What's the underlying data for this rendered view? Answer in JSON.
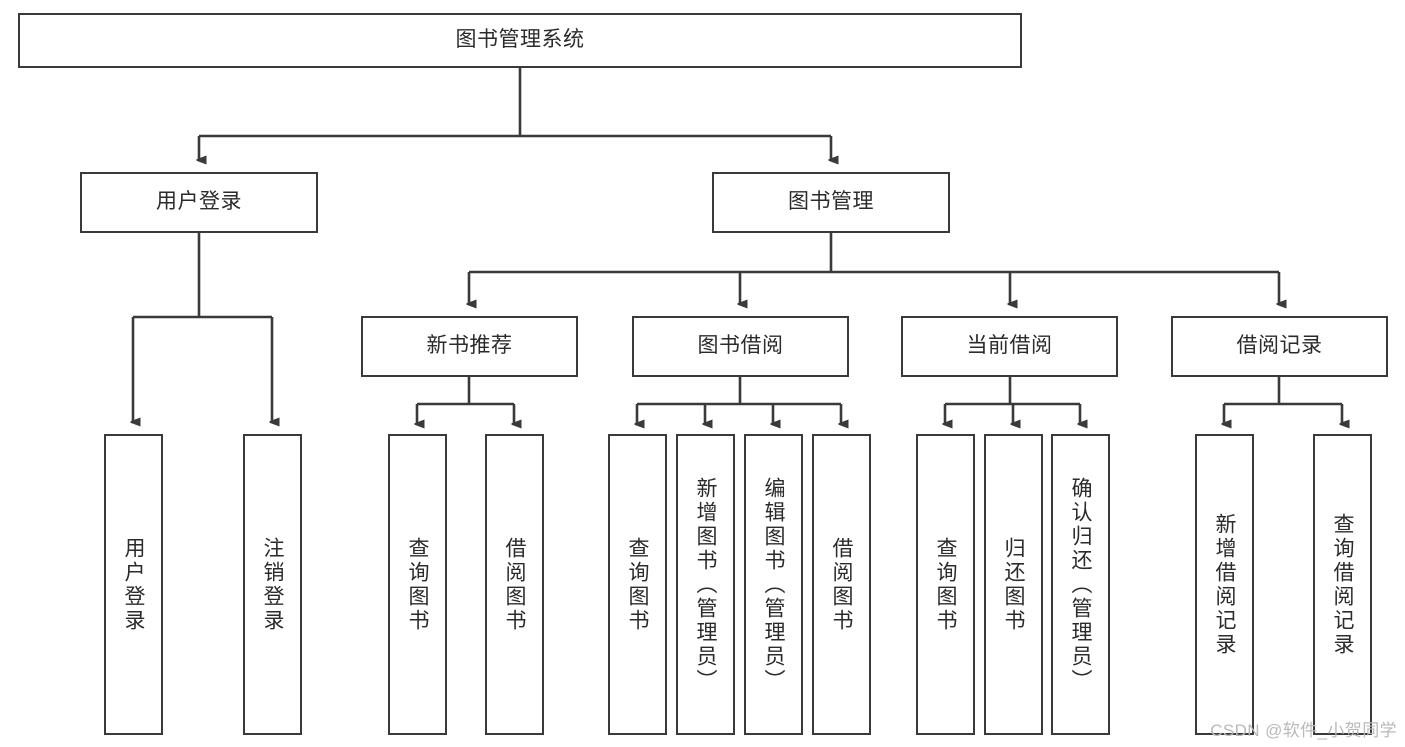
{
  "diagram": {
    "type": "tree-hierarchy-chart",
    "title_node": {
      "id": "root",
      "label": "图书管理系统"
    },
    "level2": [
      {
        "id": "user-login",
        "label": "用户登录"
      },
      {
        "id": "book-manage",
        "label": "图书管理"
      }
    ],
    "level3": [
      {
        "id": "new-book-rec",
        "label": "新书推荐",
        "parent": "book-manage"
      },
      {
        "id": "book-borrow",
        "label": "图书借阅",
        "parent": "book-manage"
      },
      {
        "id": "current-borrow",
        "label": "当前借阅",
        "parent": "book-manage"
      },
      {
        "id": "borrow-record",
        "label": "借阅记录",
        "parent": "book-manage"
      }
    ],
    "leaves": [
      {
        "id": "leaf-user-login",
        "label": "用户登录",
        "parent": "user-login"
      },
      {
        "id": "leaf-logout-login",
        "label": "注销登录",
        "parent": "user-login"
      },
      {
        "id": "leaf-query-book-1",
        "label": "查询图书",
        "parent": "new-book-rec"
      },
      {
        "id": "leaf-borrow-book-1",
        "label": "借阅图书",
        "parent": "new-book-rec"
      },
      {
        "id": "leaf-query-book-2",
        "label": "查询图书",
        "parent": "book-borrow"
      },
      {
        "id": "leaf-add-book",
        "label": "新增图书（管理员）",
        "parent": "book-borrow"
      },
      {
        "id": "leaf-edit-book",
        "label": "编辑图书（管理员）",
        "parent": "book-borrow"
      },
      {
        "id": "leaf-borrow-book-2",
        "label": "借阅图书",
        "parent": "book-borrow"
      },
      {
        "id": "leaf-query-book-3",
        "label": "查询图书",
        "parent": "current-borrow"
      },
      {
        "id": "leaf-return-book",
        "label": "归还图书",
        "parent": "current-borrow"
      },
      {
        "id": "leaf-confirm-return",
        "label": "确认归还（管理员）",
        "parent": "current-borrow"
      },
      {
        "id": "leaf-add-record",
        "label": "新增借阅记录",
        "parent": "borrow-record"
      },
      {
        "id": "leaf-query-record",
        "label": "查询借阅记录",
        "parent": "borrow-record"
      }
    ],
    "watermark": "CSDN @软件_小贺同学",
    "colors": {
      "box_border": "#3a3a3a",
      "box_fill": "#ffffff",
      "connector": "#3a3a3a",
      "text": "#2b2b2b",
      "background": "#ffffff",
      "watermark": "#b9b9b9"
    }
  }
}
